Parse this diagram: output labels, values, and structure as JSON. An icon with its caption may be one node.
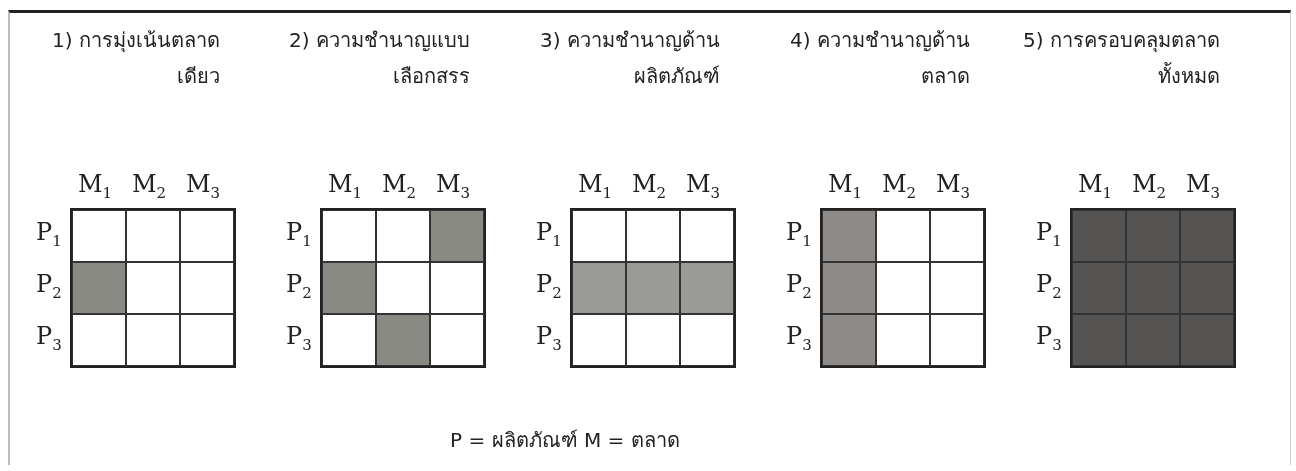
{
  "diagram": {
    "nodes": [
      {
        "text": [
          "1) การมุ่งเน้นตลาดเดียว"
        ]
      },
      {
        "text": [
          "2) ความชำนาญแบบเลือกสรร"
        ]
      },
      {
        "text": [
          "3) ความชำนาญด้านผลิตภัณฑ์"
        ]
      },
      {
        "text": [
          "4) ความชำนาญด้านตลาด"
        ]
      },
      {
        "text": [
          "5) การครอบคลุมตลาดทั้งหมด"
        ]
      }
    ],
    "labels": [
      "M$_{1}$",
      "M$_{2}$",
      "M$_{3}$",
      "P$_{1}$",
      "P$_{2}$",
      "P$_{3}$",
      "M$_{1}$",
      "M$_{2}$",
      "M$_{3}$",
      "P$_{1}$",
      "P$_{2}$",
      "P$_{3}$",
      "M$_{1}$",
      "M$_{2}$",
      "M$_{3}$",
      "P$_{1}$",
      "P$_{2}$",
      "P$_{3}$",
      "M$_{1}$",
      "M$_{2}$",
      "M$_{3}$",
      "P$_{1}$",
      "P$_{2}$",
      "P$_{3}$",
      "M$_{1}$",
      "M$_{2}$",
      "M$_{3}$",
      "P$_{1}$",
      "P$_{2}$",
      "P$_{3}$",
      "P = ผลิตภัณฑ์ M = ตลาด"
    ]
  }
}
